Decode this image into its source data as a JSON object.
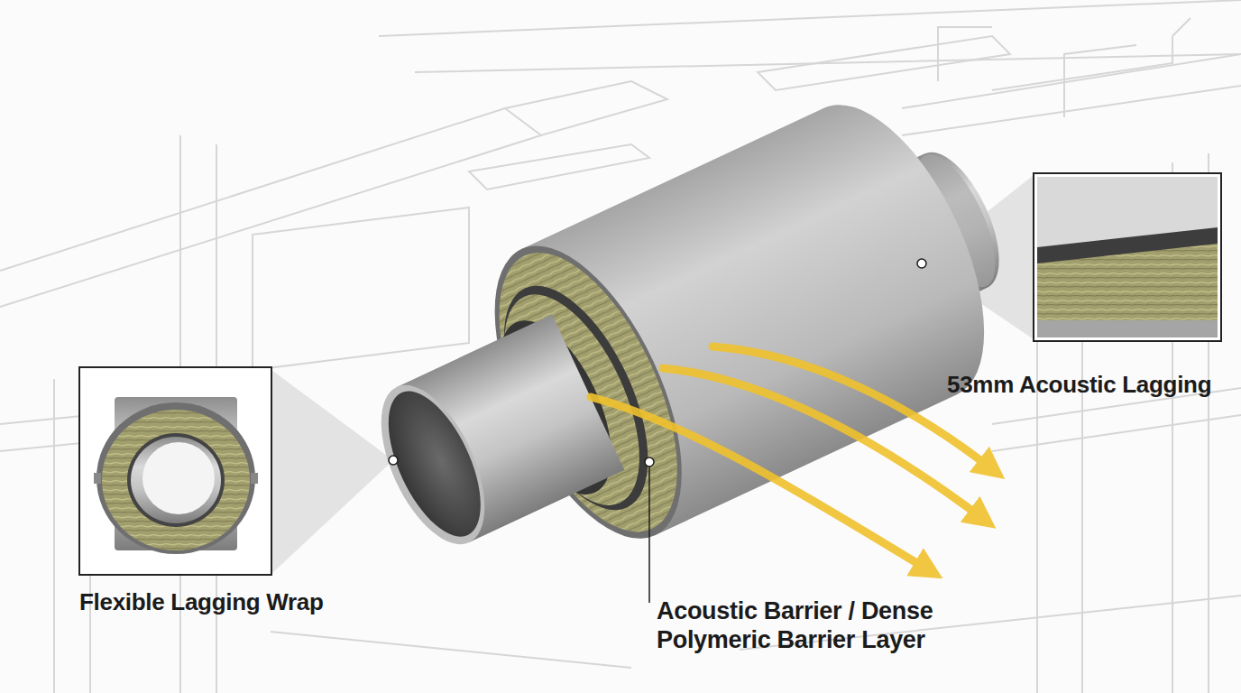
{
  "diagram": {
    "labels": [
      "Flexible Lagging Wrap",
      "Acoustic Barrier / Dense Polymeric Barrier Layer",
      "53mm Acoustic Lagging"
    ]
  }
}
